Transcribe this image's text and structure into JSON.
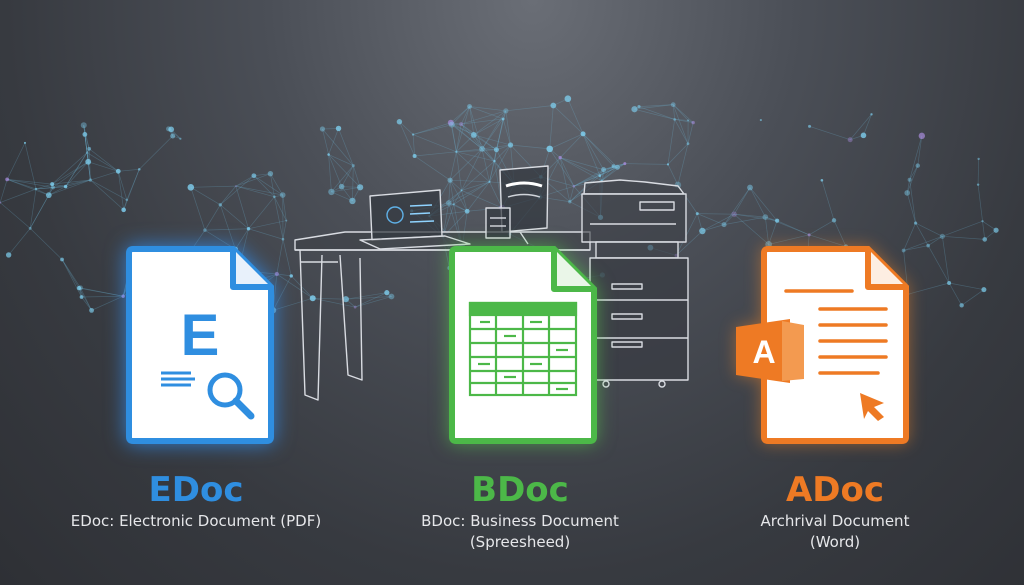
{
  "colors": {
    "edoc": "#2f8ee0",
    "bdoc": "#4cb848",
    "adoc": "#ee7a24",
    "text": "#e6e7ea"
  },
  "docs": [
    {
      "key": "edoc",
      "title": "EDoc",
      "desc_line1": "EDoc: Electronic Document (PDF)",
      "desc_line2": "",
      "icon_letter": "E",
      "icon": "magnifier-icon"
    },
    {
      "key": "bdoc",
      "title": "BDoc",
      "desc_line1": "BDoc: Business Document",
      "desc_line2": "(Spreesheed)",
      "icon": "spreadsheet-grid-icon"
    },
    {
      "key": "adoc",
      "title": "ADoc",
      "desc_line1": "Archrival Document",
      "desc_line2": "(Word)",
      "icon_letter": "A",
      "icon": "cursor-arrow-icon"
    }
  ]
}
